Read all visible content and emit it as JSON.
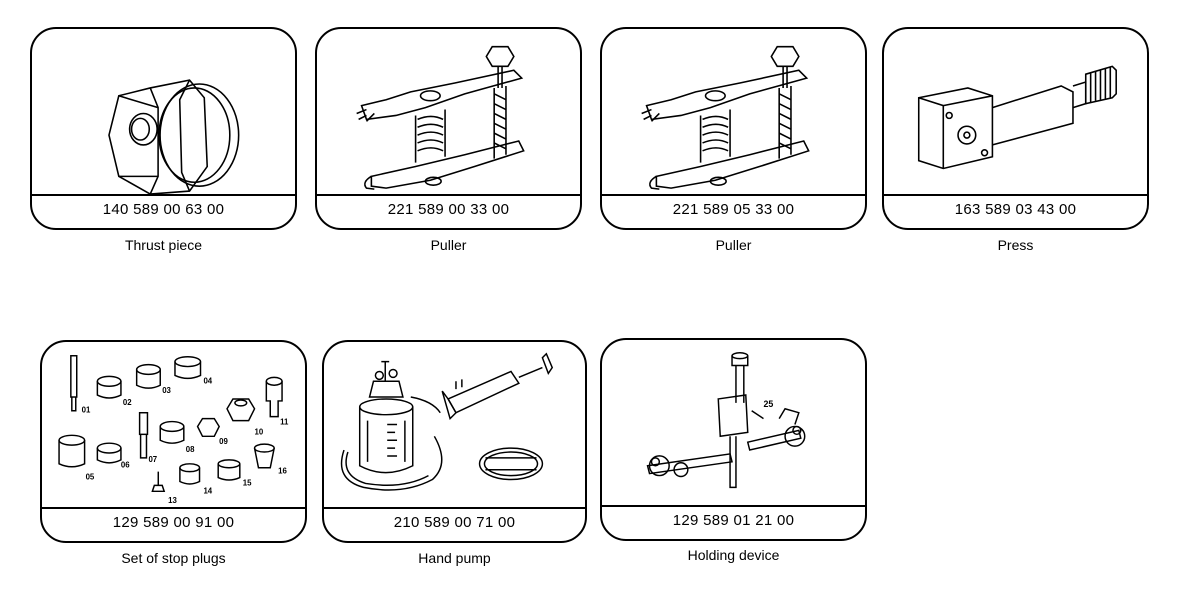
{
  "tools": [
    {
      "code": "140 589 00 63 00",
      "name": "Thrust piece",
      "icon": "thrust-piece-icon"
    },
    {
      "code": "221 589 00 33 00",
      "name": "Puller",
      "icon": "puller-icon"
    },
    {
      "code": "221 589 05 33 00",
      "name": "Puller",
      "icon": "puller-icon"
    },
    {
      "code": "163 589 03 43 00",
      "name": "Press",
      "icon": "press-icon"
    },
    {
      "code": "129 589 00 91 00",
      "name": "Set of stop plugs",
      "icon": "stop-plugs-icon"
    },
    {
      "code": "210 589 00 71 00",
      "name": "Hand pump",
      "icon": "hand-pump-icon"
    },
    {
      "code": "129 589 01 21 00",
      "name": "Holding device",
      "icon": "holding-device-icon"
    }
  ],
  "plug_numbers": [
    "01",
    "02",
    "03",
    "04",
    "05",
    "06",
    "07",
    "08",
    "09",
    "10",
    "11",
    "13",
    "14",
    "15",
    "16"
  ],
  "holding_device_number": "25"
}
